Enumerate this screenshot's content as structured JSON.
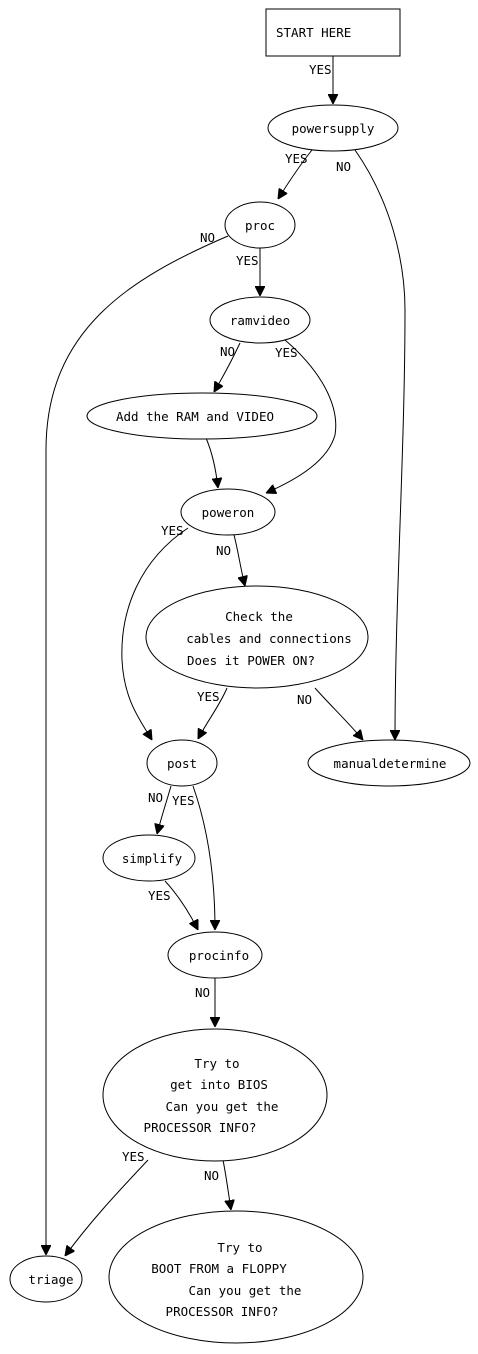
{
  "nodes": {
    "start": {
      "lines": [
        "START HERE"
      ]
    },
    "powersupply": {
      "lines": [
        "powersupply"
      ]
    },
    "proc": {
      "lines": [
        "proc"
      ]
    },
    "ramvideo": {
      "lines": [
        "ramvideo"
      ]
    },
    "add_ram_video": {
      "lines": [
        "Add the RAM and VIDEO"
      ]
    },
    "poweron": {
      "lines": [
        "poweron"
      ]
    },
    "check_cables": {
      "lines": [
        "Check the",
        "cables and connections",
        "Does it POWER ON?"
      ]
    },
    "manualdetermine": {
      "lines": [
        "manualdetermine"
      ]
    },
    "post": {
      "lines": [
        "post"
      ]
    },
    "simplify": {
      "lines": [
        "simplify"
      ]
    },
    "procinfo": {
      "lines": [
        "procinfo"
      ]
    },
    "bios": {
      "lines": [
        "Try to",
        "get into BIOS",
        "Can you get the",
        "PROCESSOR INFO?"
      ]
    },
    "triage": {
      "lines": [
        "triage"
      ]
    },
    "floppy": {
      "lines": [
        "Try to",
        "BOOT FROM a FLOPPY",
        "Can you get the",
        "PROCESSOR INFO?"
      ]
    }
  },
  "edges": {
    "start_powersupply": "YES",
    "powersupply_proc": "YES",
    "powersupply_manualdetermine": "NO",
    "proc_triage": "NO",
    "proc_ramvideo": "YES",
    "ramvideo_add": "NO",
    "ramvideo_poweron": "YES",
    "poweron_post": "YES",
    "poweron_check": "NO",
    "check_post": "YES",
    "check_manualdetermine": "NO",
    "post_simplify": "NO",
    "post_procinfo": "YES",
    "simplify_procinfo": "YES",
    "procinfo_bios": "NO",
    "bios_triage": "YES",
    "bios_floppy": "NO"
  }
}
